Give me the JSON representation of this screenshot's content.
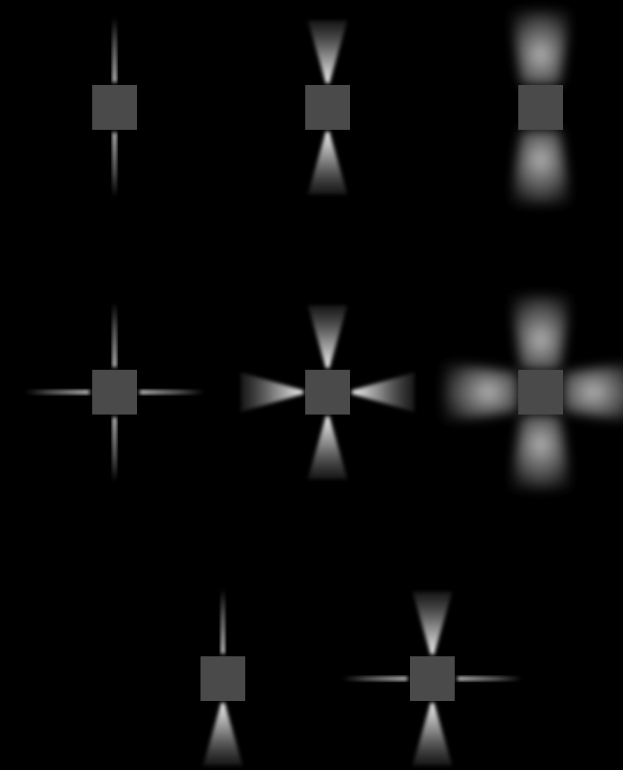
{
  "scene": {
    "background": "#000000",
    "fixture_color": "#4a4a4a",
    "beam_color": "#ffffff"
  },
  "fixtures": [
    {
      "id": "r1c1",
      "beams": {
        "up": "narrow",
        "down": "narrow"
      }
    },
    {
      "id": "r1c2",
      "beams": {
        "up": "medium",
        "down": "medium"
      }
    },
    {
      "id": "r1c3",
      "beams": {
        "up": "wide",
        "down": "wide"
      }
    },
    {
      "id": "r2c1",
      "beams": {
        "up": "narrow",
        "down": "narrow",
        "left": "narrow",
        "right": "narrow"
      }
    },
    {
      "id": "r2c2",
      "beams": {
        "up": "medium",
        "down": "medium",
        "left": "medium",
        "right": "medium"
      }
    },
    {
      "id": "r2c3",
      "beams": {
        "up": "wide",
        "down": "wide",
        "left": "wide",
        "right": "wide"
      }
    },
    {
      "id": "r3c1",
      "beams": {
        "up": "narrow",
        "down": "medium"
      }
    },
    {
      "id": "r3c2",
      "beams": {
        "up": "medium",
        "down": "medium",
        "left": "narrow",
        "right": "narrow"
      }
    }
  ]
}
